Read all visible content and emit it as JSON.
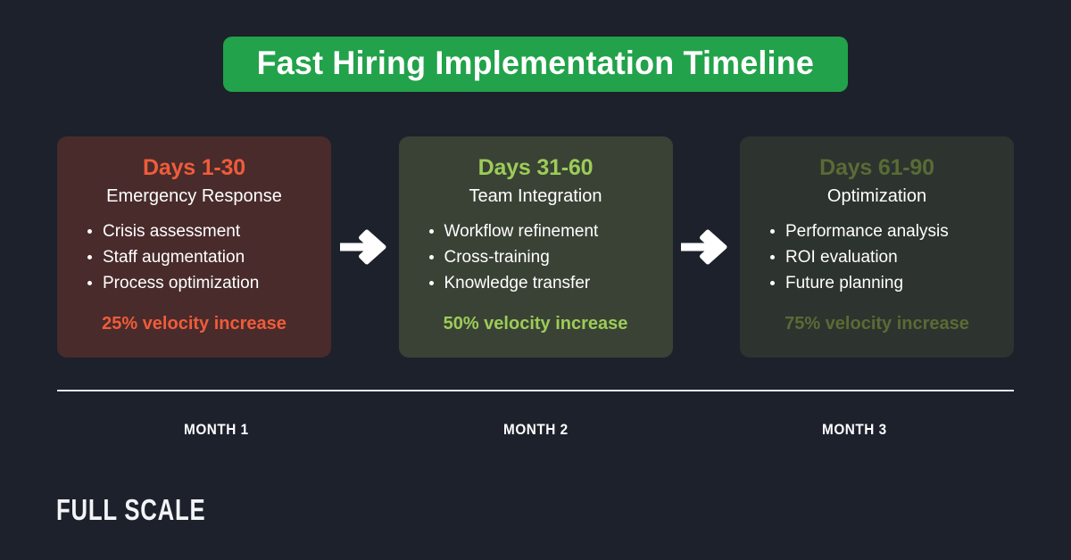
{
  "page": {
    "background_color": "#1c212c"
  },
  "title": {
    "text": "Fast Hiring Implementation Timeline",
    "banner_color": "#22a24a",
    "text_color": "#ffffff"
  },
  "phases": [
    {
      "phase_label": "Days 1-30",
      "subtitle": "Emergency Response",
      "bullets": [
        "Crisis assessment",
        "Staff augmentation",
        "Process optimization"
      ],
      "metric": "25% velocity increase",
      "card_bg": "#492b2b",
      "accent_color": "#ef5c3a"
    },
    {
      "phase_label": "Days 31-60",
      "subtitle": "Team Integration",
      "bullets": [
        "Workflow refinement",
        "Cross-training",
        "Knowledge transfer"
      ],
      "metric": "50% velocity increase",
      "card_bg": "#3a4236",
      "accent_color": "#9ccc57"
    },
    {
      "phase_label": "Days 61-90",
      "subtitle": "Optimization",
      "bullets": [
        "Performance analysis",
        "ROI evaluation",
        "Future planning"
      ],
      "metric": "75% velocity increase",
      "card_bg": "#2d332e",
      "accent_color": "#5a6b35"
    }
  ],
  "arrows": [
    {
      "icon": "arrow-right-icon",
      "color": "#ffffff"
    },
    {
      "icon": "arrow-right-icon",
      "color": "#ffffff"
    }
  ],
  "timeline": {
    "rule_color": "#e8eaed",
    "months": [
      {
        "label": "MONTH 1"
      },
      {
        "label": "MONTH 2"
      },
      {
        "label": "MONTH 3"
      }
    ]
  },
  "logo": {
    "text": "FULL SCALE",
    "color": "#f2f4f6"
  }
}
